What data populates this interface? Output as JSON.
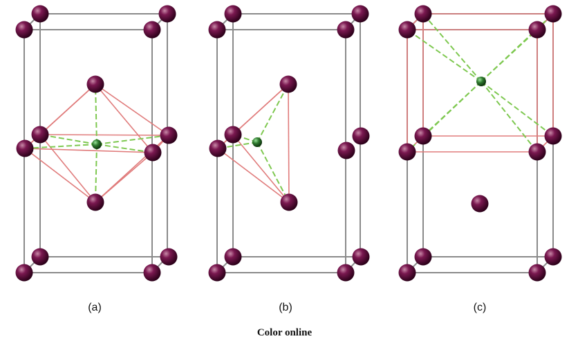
{
  "panels": [
    {
      "id": "a",
      "label": "(a)"
    },
    {
      "id": "b",
      "label": "(b)"
    },
    {
      "id": "c",
      "label": "(c)"
    }
  ],
  "caption": "Color online",
  "colors": {
    "cell_edge": "#8a8a8a",
    "bond_red": "#e07b7b",
    "bond_green": "#7ec850",
    "host_atom": "#5a0c3a",
    "interstitial_atom": "#2e6b2e"
  }
}
